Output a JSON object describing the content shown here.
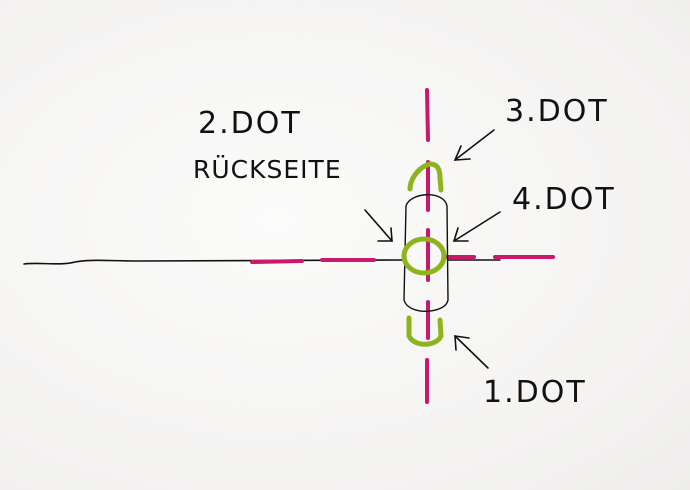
{
  "labels": {
    "dot2": "2.DOT",
    "back": "RÜCKSEITE",
    "dot3": "3.DOT",
    "dot4": "4.DOT",
    "dot1": "1.DOT"
  },
  "colors": {
    "ink": "#111111",
    "guide_magenta": "#c8196c",
    "dot_green": "#8db41d",
    "paper": "#f5f4f3"
  }
}
